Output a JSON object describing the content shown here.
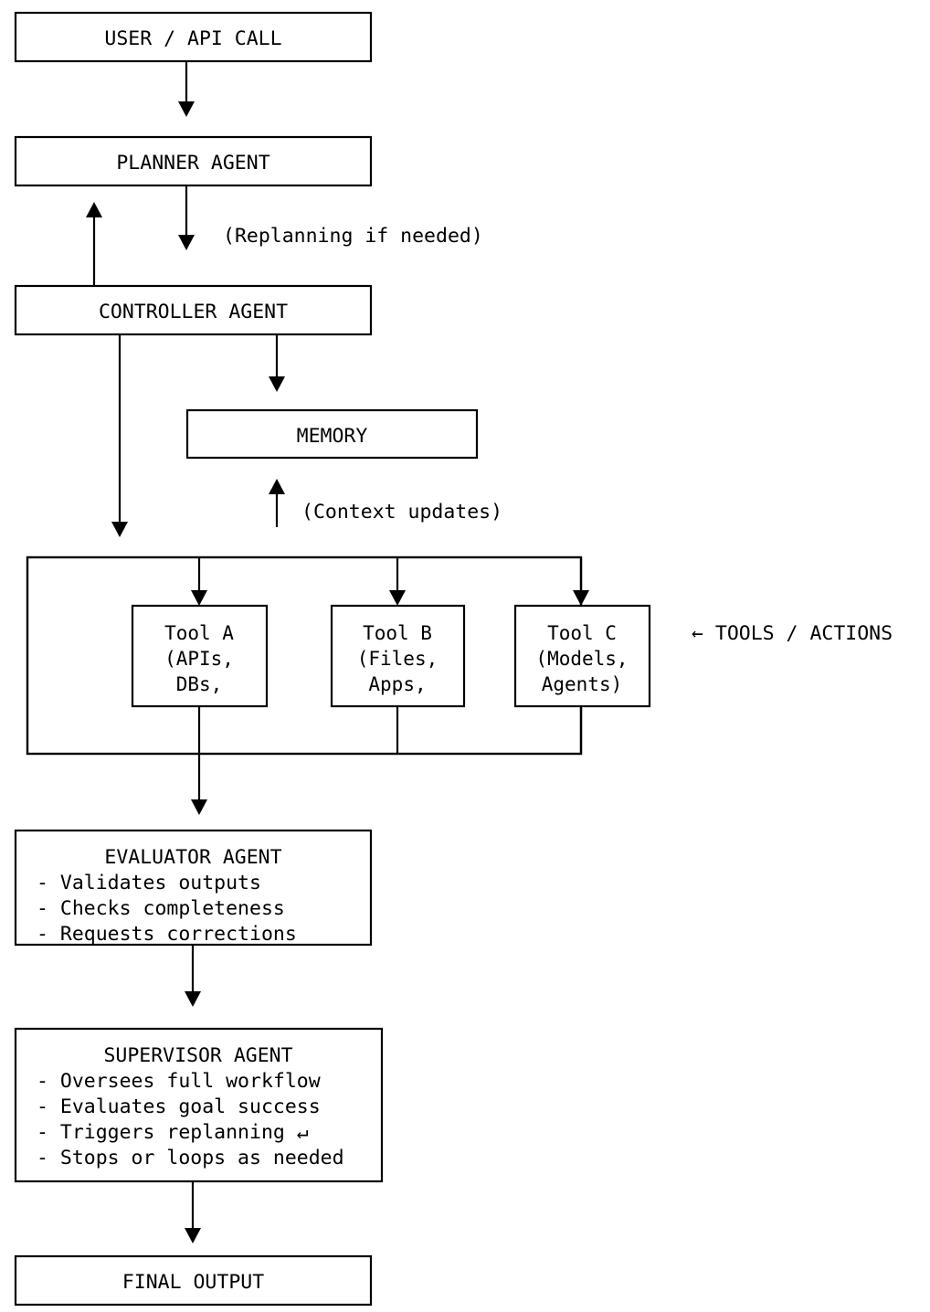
{
  "diagram": {
    "title": "Agentic workflow architecture flowchart",
    "colors": {
      "stroke": "#000000",
      "fill": "#ffffff",
      "text": "#000000"
    },
    "nodes": {
      "user_api_call": {
        "label": "USER / API CALL"
      },
      "planner_agent": {
        "label": "PLANNER AGENT"
      },
      "controller_agent": {
        "label": "CONTROLLER AGENT"
      },
      "memory": {
        "label": "MEMORY"
      },
      "tool_a": {
        "line1": "Tool A",
        "line2": "(APIs,",
        "line3": "DBs,"
      },
      "tool_b": {
        "line1": "Tool B",
        "line2": "(Files,",
        "line3": "Apps,"
      },
      "tool_c": {
        "line1": "Tool C",
        "line2": "(Models,",
        "line3": "Agents)"
      },
      "evaluator_agent": {
        "title": "EVALUATOR AGENT",
        "bullets": [
          "- Validates outputs",
          "- Checks completeness",
          "- Requests corrections"
        ]
      },
      "supervisor_agent": {
        "title": "SUPERVISOR AGENT",
        "bullets": [
          "- Oversees full workflow",
          "- Evaluates goal success",
          "- Triggers replanning ↵",
          "- Stops or loops as needed"
        ]
      },
      "final_output": {
        "label": "FINAL OUTPUT"
      }
    },
    "edge_labels": {
      "replanning": "(Replanning if needed)",
      "context_updates": "(Context updates)"
    },
    "side_labels": {
      "tools_actions": "← TOOLS / ACTIONS"
    }
  }
}
